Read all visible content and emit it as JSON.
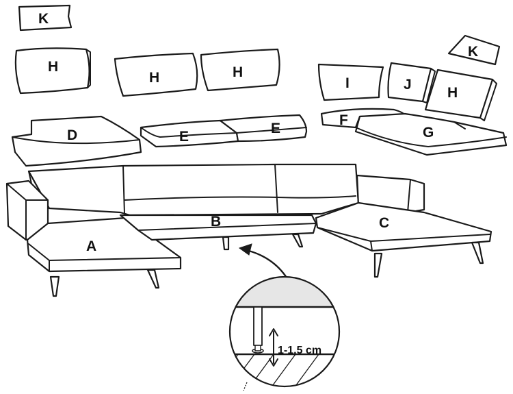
{
  "labels": {
    "A": "A",
    "B": "B",
    "C": "C",
    "D": "D",
    "E": "E",
    "F": "F",
    "G": "G",
    "H": "H",
    "I": "I",
    "J": "J",
    "K": "K"
  },
  "detail": {
    "measurement": "1-1,5 cm"
  },
  "colors": {
    "line": "#1a1a1a",
    "shade": "#e6e6e6",
    "background": "#ffffff"
  }
}
